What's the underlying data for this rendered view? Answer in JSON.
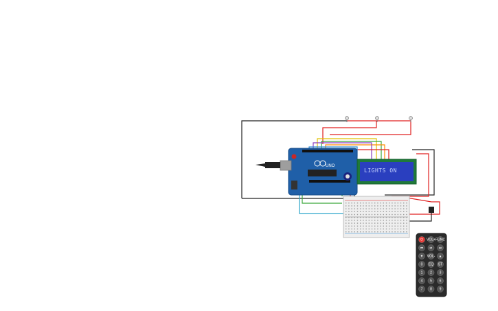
{
  "canvas": {
    "background": "#ffffff"
  },
  "lcd": {
    "text": "LIGHTS ON",
    "backlight_color": "#2a3fbf",
    "bezel_color": "#1f7a3a"
  },
  "arduino": {
    "board_color": "#1f5fa8",
    "logo_text": "UNO"
  },
  "wires": {
    "red": "#e02020",
    "black": "#222222",
    "yellow": "#e0c000",
    "green": "#3aa63a",
    "orange": "#ff8c00",
    "purple": "#8a3fbf",
    "blue": "#2a8ad6",
    "cyan": "#29a3c9"
  },
  "remote": {
    "buttons": [
      {
        "label": "⏻",
        "color": "#e53935"
      },
      {
        "label": "VOL+",
        "color": "#555"
      },
      {
        "label": "FUNC",
        "color": "#555"
      },
      {
        "label": "⏮",
        "color": "#555"
      },
      {
        "label": "⏯",
        "color": "#555"
      },
      {
        "label": "⏭",
        "color": "#555"
      },
      {
        "label": "▼",
        "color": "#555"
      },
      {
        "label": "VOL-",
        "color": "#555"
      },
      {
        "label": "▲",
        "color": "#555"
      },
      {
        "label": "0",
        "color": "#555"
      },
      {
        "label": "EQ",
        "color": "#555"
      },
      {
        "label": "ST",
        "color": "#555"
      },
      {
        "label": "1",
        "color": "#555"
      },
      {
        "label": "2",
        "color": "#555"
      },
      {
        "label": "3",
        "color": "#555"
      },
      {
        "label": "4",
        "color": "#555"
      },
      {
        "label": "5",
        "color": "#555"
      },
      {
        "label": "6",
        "color": "#555"
      },
      {
        "label": "7",
        "color": "#555"
      },
      {
        "label": "8",
        "color": "#555"
      },
      {
        "label": "9",
        "color": "#555"
      }
    ]
  }
}
